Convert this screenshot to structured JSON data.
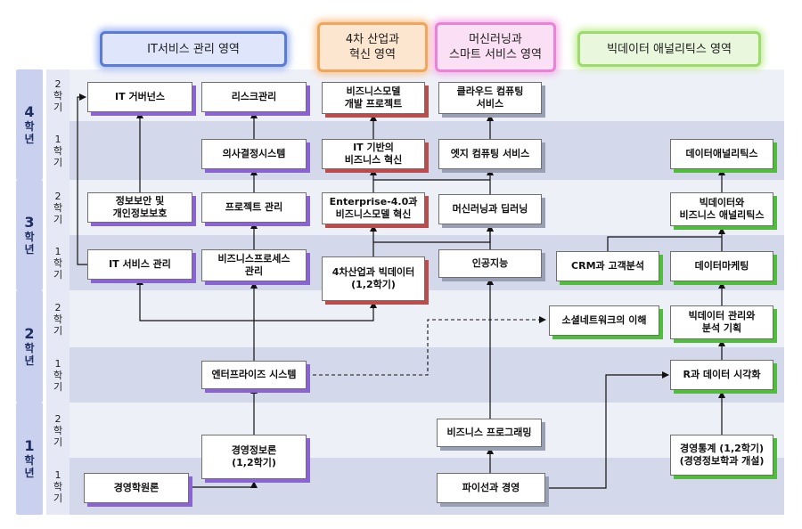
{
  "headers": [
    {
      "id": "h1",
      "label": "IT서비스 관리 영역",
      "bg": "#dfe6fb",
      "border": "#5a7bd6",
      "glow": "#9fb6f0"
    },
    {
      "id": "h2",
      "label": "4차 산업과\n혁신 영역",
      "bg": "#fde6cf",
      "border": "#f0a65a",
      "glow": "#f9c898"
    },
    {
      "id": "h3",
      "label": "머신러닝과\n스마트 서비스 영역",
      "bg": "#fbe0f5",
      "border": "#ea83d6",
      "glow": "#f4b4e8"
    },
    {
      "id": "h4",
      "label": "빅데이터 애널리틱스 영역",
      "bg": "#e9f8dd",
      "border": "#9ddc6c",
      "glow": "#c6ef9f"
    }
  ],
  "years": [
    {
      "num": "4",
      "c1": "학",
      "c2": "년"
    },
    {
      "num": "3",
      "c1": "학",
      "c2": "년"
    },
    {
      "num": "2",
      "c1": "학",
      "c2": "년"
    },
    {
      "num": "1",
      "c1": "학",
      "c2": "년"
    }
  ],
  "semesters": [
    {
      "n": "2",
      "c1": "학",
      "c2": "기"
    },
    {
      "n": "1",
      "c1": "학",
      "c2": "기"
    },
    {
      "n": "2",
      "c1": "학",
      "c2": "기"
    },
    {
      "n": "1",
      "c1": "학",
      "c2": "기"
    },
    {
      "n": "2",
      "c1": "학",
      "c2": "기"
    },
    {
      "n": "1",
      "c1": "학",
      "c2": "기"
    },
    {
      "n": "2",
      "c1": "학",
      "c2": "기"
    },
    {
      "n": "1",
      "c1": "학",
      "c2": "기"
    }
  ],
  "courses": {
    "it_governance": "IT 거버넌스",
    "risk_mgmt": "리스크관리",
    "biz_model_project": "비즈니스모델\n개발 프로젝트",
    "cloud": "클라우드 컴퓨팅\n서비스",
    "decision_system": "의사결정시스템",
    "it_biz_innovation": "IT 기반의\n비즈니스 혁신",
    "edge": "엣지 컴퓨팅 서비스",
    "data_analytics": "데이터애널리틱스",
    "infosec": "정보보안 및\n개인정보보호",
    "project_mgmt": "프로젝트 관리",
    "enterprise40": "Enterprise-4.0과\n비즈니스모델 혁신",
    "ml_dl": "머신러닝과 딥러닝",
    "bigdata_biz": "빅데이터와\n비즈니스 애널리틱스",
    "it_service_mgmt": "IT 서비스 관리",
    "bpm": "비즈니스프로세스\n관리",
    "industry4_bigdata": "4차산업과 빅데이터\n(1,2학기)",
    "ai": "인공지능",
    "crm": "CRM과 고객분석",
    "data_marketing": "데이터마케팅",
    "sna": "소셜네트워크의 이해",
    "bigdata_mgmt": "빅데이터 관리와\n분석 기획",
    "enterprise_system": "엔터프라이즈 시스템",
    "r_viz": "R과 데이터 시각화",
    "biz_programming": "비즈니스 프로그래밍",
    "mis": "경영정보론\n(1,2학기)",
    "biz_stats": "경영통계 (1,2학기)\n(경영정보학과 개설)",
    "intro_mgmt": "경영학원론",
    "python_mgmt": "파이선과 경영"
  },
  "colors": {
    "purple": "#8c63d6",
    "red": "#c04a4a",
    "green": "#4fbf3a",
    "line": "#111111"
  }
}
